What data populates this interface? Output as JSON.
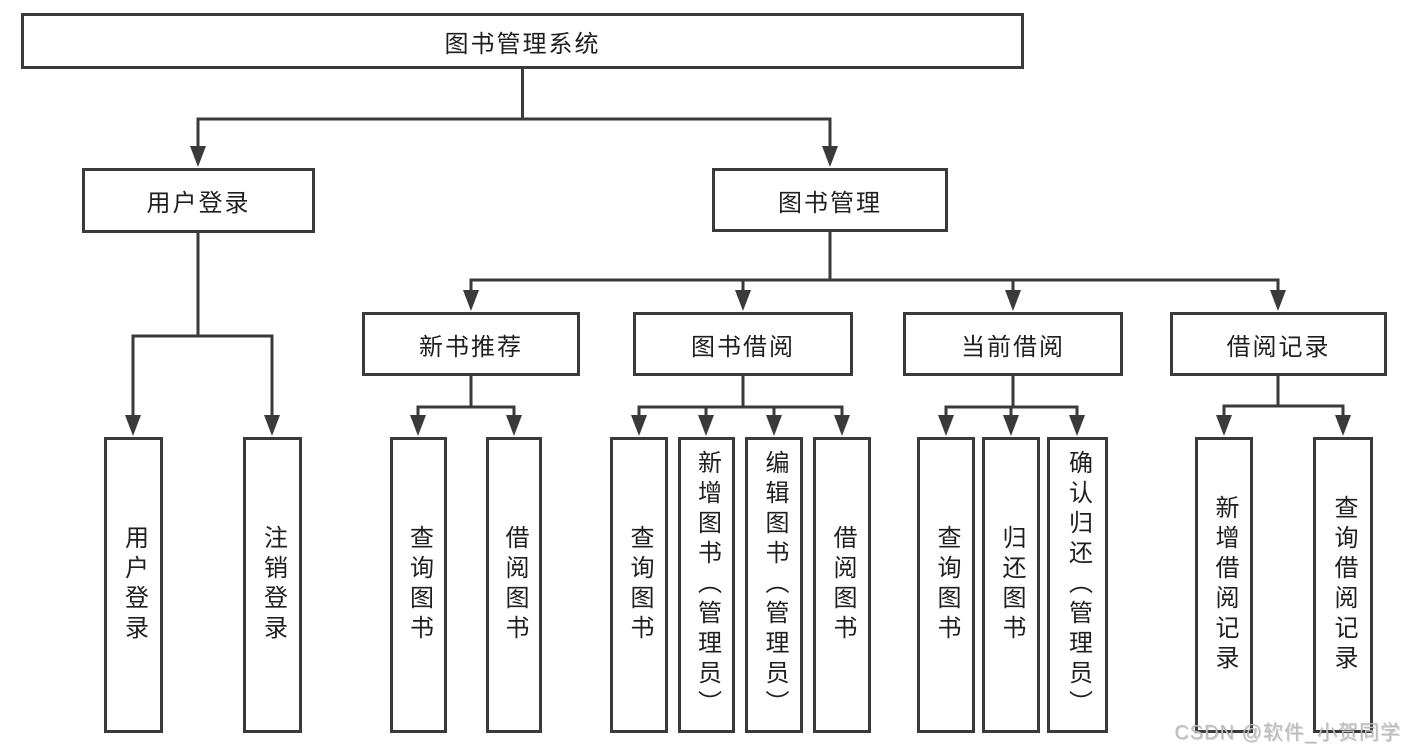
{
  "colors": {
    "line": "#3a3a3a",
    "text": "#1f1f1f",
    "box_background": "#ffffff",
    "watermark": "#bdbdbd"
  },
  "tree": {
    "root": {
      "label": "图书管理系统"
    },
    "branches": [
      {
        "label": "用户登录",
        "children": [
          {
            "label": "用户登录"
          },
          {
            "label": "注销登录"
          }
        ]
      },
      {
        "label": "图书管理",
        "children": [
          {
            "label": "新书推荐",
            "children": [
              {
                "label": "查询图书"
              },
              {
                "label": "借阅图书"
              }
            ]
          },
          {
            "label": "图书借阅",
            "children": [
              {
                "label": "查询图书"
              },
              {
                "label": "新增图书（管理员）"
              },
              {
                "label": "编辑图书（管理员）"
              },
              {
                "label": "借阅图书"
              }
            ]
          },
          {
            "label": "当前借阅",
            "children": [
              {
                "label": "查询图书"
              },
              {
                "label": "归还图书"
              },
              {
                "label": "确认归还（管理员）"
              }
            ]
          },
          {
            "label": "借阅记录",
            "children": [
              {
                "label": "新增借阅记录"
              },
              {
                "label": "查询借阅记录"
              }
            ]
          }
        ]
      }
    ]
  },
  "watermark": {
    "text": "CSDN @软件_小贺同学"
  }
}
